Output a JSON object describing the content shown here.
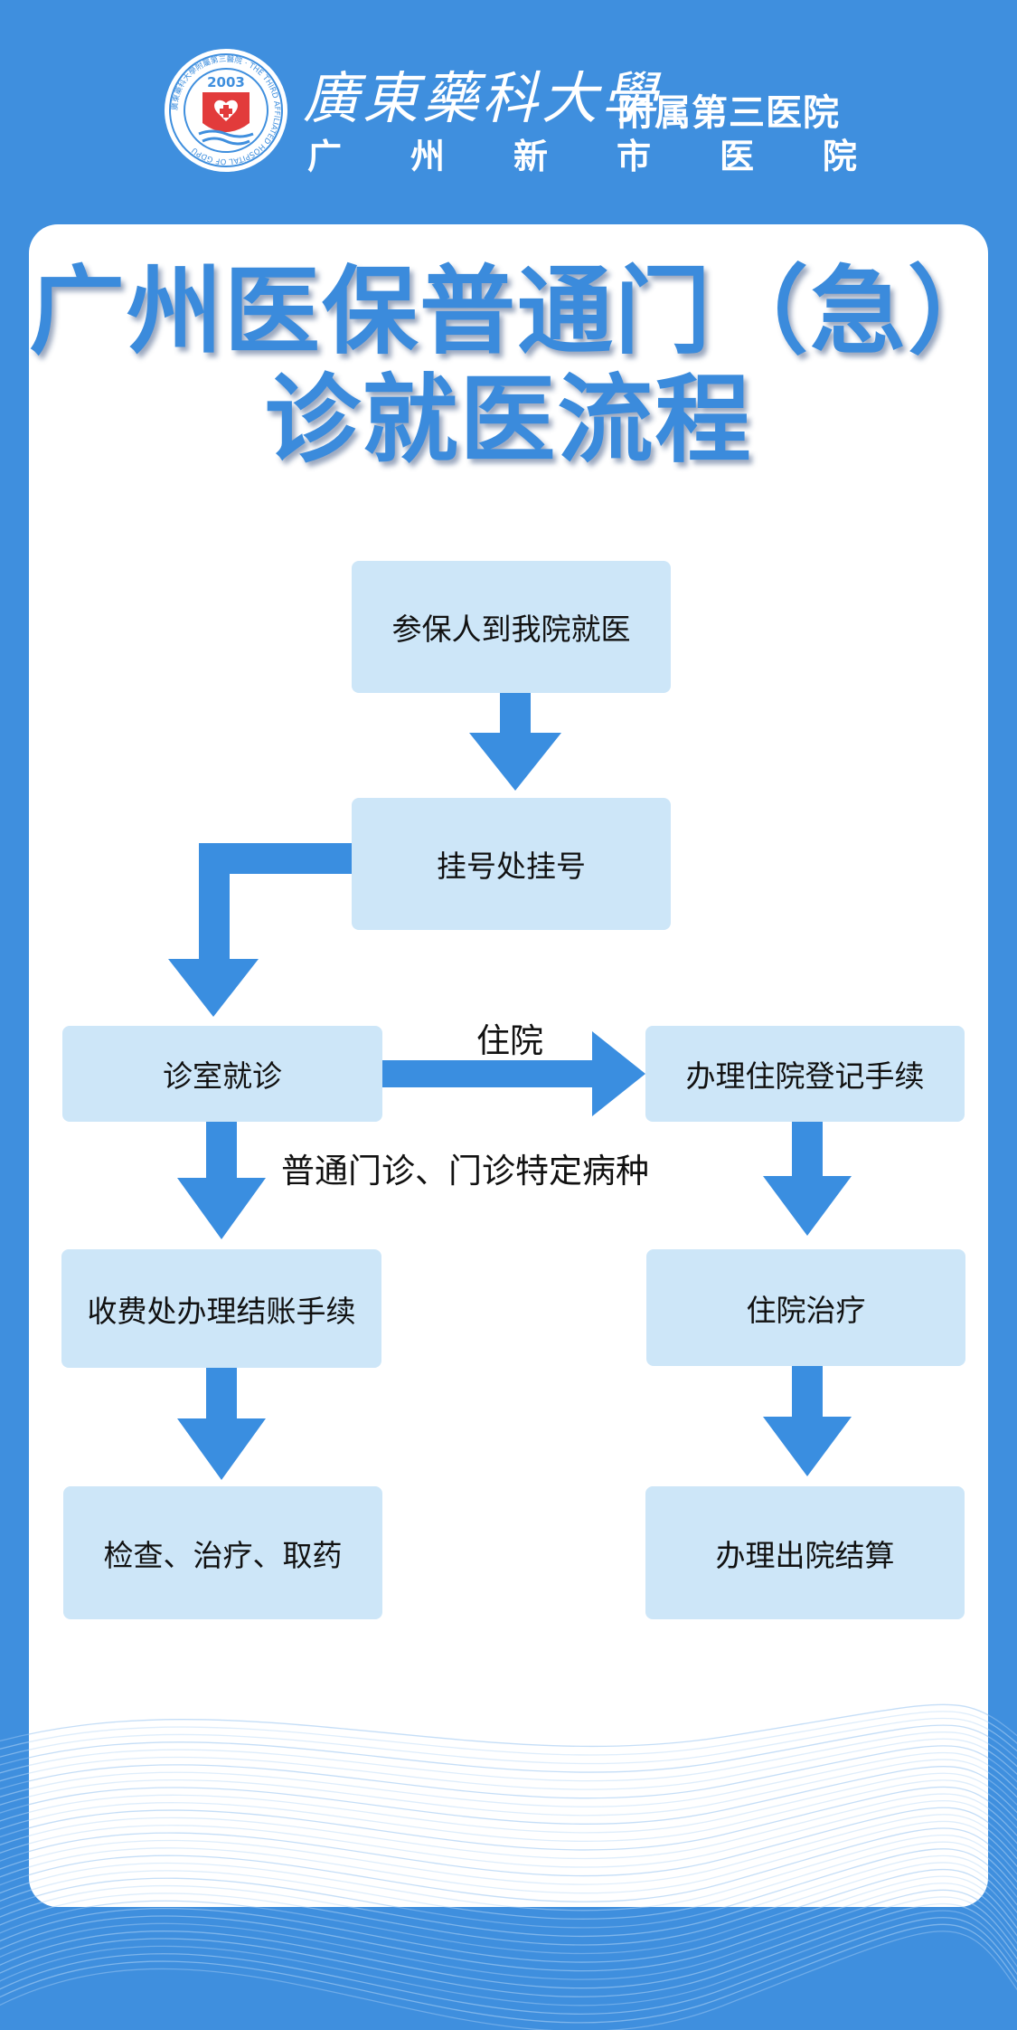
{
  "header": {
    "university": "廣東藥科大學",
    "affiliation": "附属第三医院",
    "subtitle_chars": [
      "广",
      "州",
      "新",
      "市",
      "医",
      "院"
    ],
    "logo": {
      "year": "2003",
      "ring_text": "廣東藥科大學附屬第三醫院 · THE THIRD AFFILIATED HOSPITAL OF GDPU"
    }
  },
  "title": {
    "line1": "广州医保普通门（急）",
    "line2": "诊就医流程"
  },
  "flow": {
    "start": "参保人到我院就医",
    "register": "挂号处挂号",
    "consult": "诊室就诊",
    "inpatient_label": "住院",
    "inpatient_register": "办理住院登记手续",
    "outpatient_label": "普通门诊、门诊特定病种",
    "billing": "收费处办理结账手续",
    "treatment": "检查、治疗、取药",
    "inpatient_treatment": "住院治疗",
    "discharge": "办理出院结算"
  },
  "colors": {
    "background": "#3f8fde",
    "card": "#ffffff",
    "title": "#3b8bdc",
    "box": "#cde6f8",
    "arrow": "#3a8ee0",
    "logo_red": "#e23b3b"
  }
}
